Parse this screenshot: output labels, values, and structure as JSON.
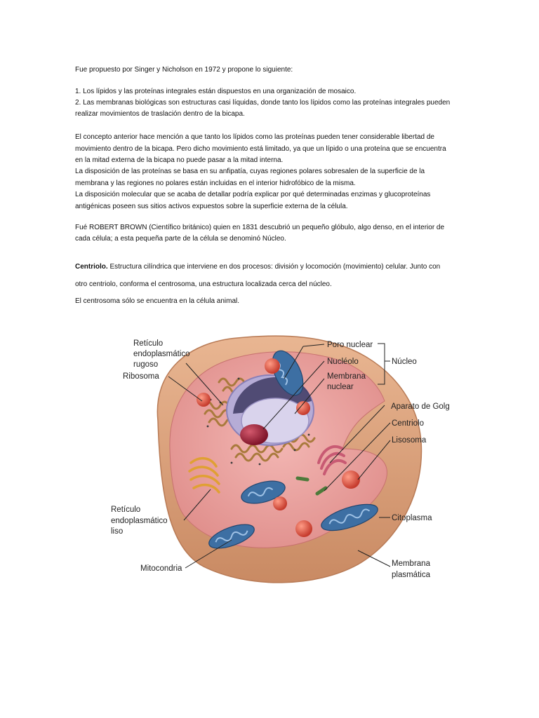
{
  "intro": "Fue propuesto por Singer y Nicholson en 1972 y propone lo siguiente:",
  "list": {
    "item1": "1. Los lípidos y las proteínas integrales están dispuestos en una organización de mosaico.",
    "item2_line1": "2. Las membranas biológicas son estructuras casi líquidas, donde tanto los lípidos como las proteínas integrales pueden",
    "item2_line2": "realizar movimientos de traslación dentro de la bicapa."
  },
  "para1": {
    "l1": "El concepto anterior hace mención a que tanto los lípidos como las proteínas pueden tener considerable libertad de",
    "l2": "movimiento dentro de la bicapa. Pero dicho movimiento está limitado, ya que un lípido o una proteína que se encuentra",
    "l3": "en la mitad externa de la bicapa no puede pasar a la mitad interna.",
    "l4": "La disposición de las proteínas se basa en su anfipatía, cuyas regiones polares sobresalen de la superficie de la",
    "l5": "membrana y las regiones no polares están incluidas en el interior hidrofóbico de la misma.",
    "l6": "La disposición molecular que se acaba de detallar podría explicar por qué determinadas enzimas y glucoproteínas",
    "l7": "antigénicas poseen sus sitios activos expuestos sobre la superficie externa de la célula."
  },
  "para2": {
    "l1": "Fué ROBERT BROWN (Científico británico) quien en 1831 descubrió un pequeño glóbulo, algo denso, en el interior de",
    "l2": "cada célula; a esta pequeña parte de la célula se denominó Núcleo."
  },
  "centriolo": {
    "term": "Centriolo.",
    "l1_rest": " Estructura cilíndrica que interviene en dos procesos: división y locomoción (movimiento) celular. Junto con",
    "l2": "otro centriolo, conforma el centrosoma, una estructura localizada cerca del núcleo.",
    "l3": "El centrosoma sólo se encuentra en la célula animal."
  },
  "diagram": {
    "labels": {
      "rer_1": "Retículo",
      "rer_2": "endoplasmático",
      "rer_3": "rugoso",
      "ribosoma": "Ribosoma",
      "poro": "Poro nuclear",
      "nucleolo": "Nucléolo",
      "membrana_nuclear_1": "Membrana",
      "membrana_nuclear_2": "nuclear",
      "nucleo": "Núcleo",
      "golgi": "Aparato de Golgi",
      "centriolo": "Centriolo",
      "lisosoma": "Lisosoma",
      "rel_1": "Retículo",
      "rel_2": "endoplasmático",
      "rel_3": "liso",
      "citoplasma": "Citoplasma",
      "mitocondria": "Mitocondria",
      "membrana_plasmatica_1": "Membrana",
      "membrana_plasmatica_2": "plasmática"
    },
    "colors": {
      "cell_outer": "#dca27c",
      "cytoplasm": "#e9a4a2",
      "nucleus_envelope": "#c9c3df",
      "nucleolus": "#a3253b",
      "mitochondria": "#3d6fa3",
      "golgi": "#c85a73",
      "lysosome": "#d94c3e",
      "rer": "#a97a3c"
    }
  }
}
